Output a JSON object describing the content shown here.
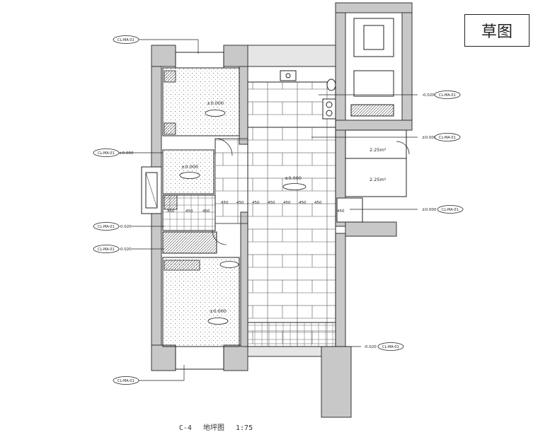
{
  "stamp": "草图",
  "caption": {
    "drawing_no": "C-4",
    "title": "地坪图",
    "scale": "1:75"
  },
  "levels": {
    "bedroom1": "±0.000",
    "living": "±0.000",
    "study": "±0.000",
    "master": "±0.000",
    "left_a": "±0.000",
    "left_b": "-0.020",
    "left_c": "-0.020",
    "right_a": "-0.020",
    "right_b": "±0.000",
    "right_c": "±0.000",
    "right_d": "-0.020"
  },
  "areas": {
    "area_top": "2.25m²",
    "area_bot": "2.25m²"
  },
  "tag_code": "CL-MA-01",
  "tile_dim": "450",
  "icons": [
    "door-swing-icon",
    "toilet-icon",
    "sink-icon",
    "stove-icon",
    "window-icon"
  ]
}
